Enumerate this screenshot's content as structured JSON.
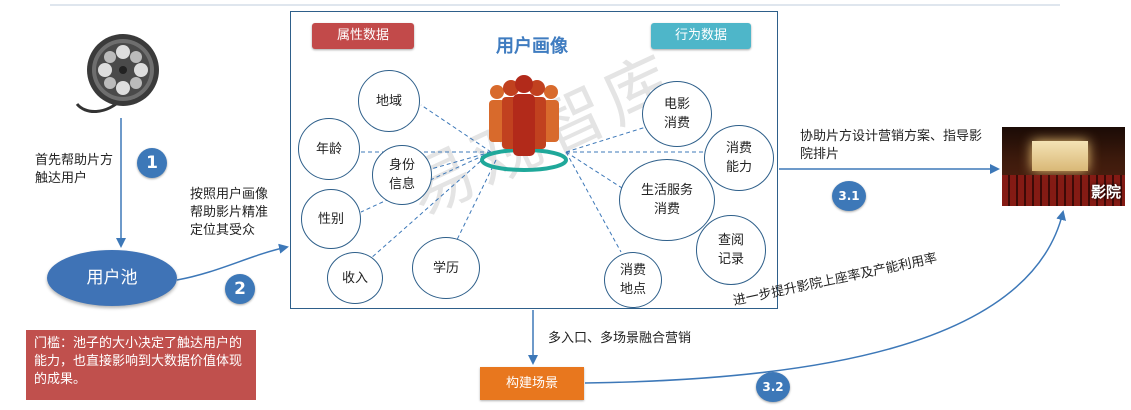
{
  "panel": {
    "attr_tag": "属性数据",
    "behav_tag": "行为数据",
    "title": "用户画像",
    "watermark": "易观智库"
  },
  "attributes": {
    "region": "地域",
    "age": "年龄",
    "id_info": "身份信息",
    "gender": "性别",
    "income": "收入",
    "education": "学历"
  },
  "behaviors": {
    "movie": "电影消费",
    "capacity": "消费能力",
    "life": "生活服务消费",
    "query": "查阅记录",
    "place": "消费地点"
  },
  "flow": {
    "step1_text": "首先帮助片方触达用户",
    "step1_num": "1",
    "pool": "用户池",
    "step2_text": "按照用户画像帮助影片精准定位其受众",
    "step2_num": "2",
    "threshold": "门槛：池子的大小决定了触达用户的能力，也直接影响到大数据价值体现的成果。",
    "multi_entry": "多入口、多场景融合营销",
    "scene": "构建场景",
    "step31_text": "协助片方设计营销方案、指导影院排片",
    "step31_num": "3.1",
    "step32_text": "进一步提升影院上座率及产能利用率",
    "step32_num": "3.2",
    "cinema": "影院"
  },
  "icons": [
    "film-reel-icon",
    "business-people-icon",
    "cinema-image"
  ],
  "colors": {
    "step_blue": "#3d78b8",
    "attr_red": "#c24a4a",
    "behav_teal": "#4eb6c9",
    "threshold_red": "#c0504d",
    "scene_orange": "#e8771e",
    "title_blue": "#3f7cc0"
  }
}
